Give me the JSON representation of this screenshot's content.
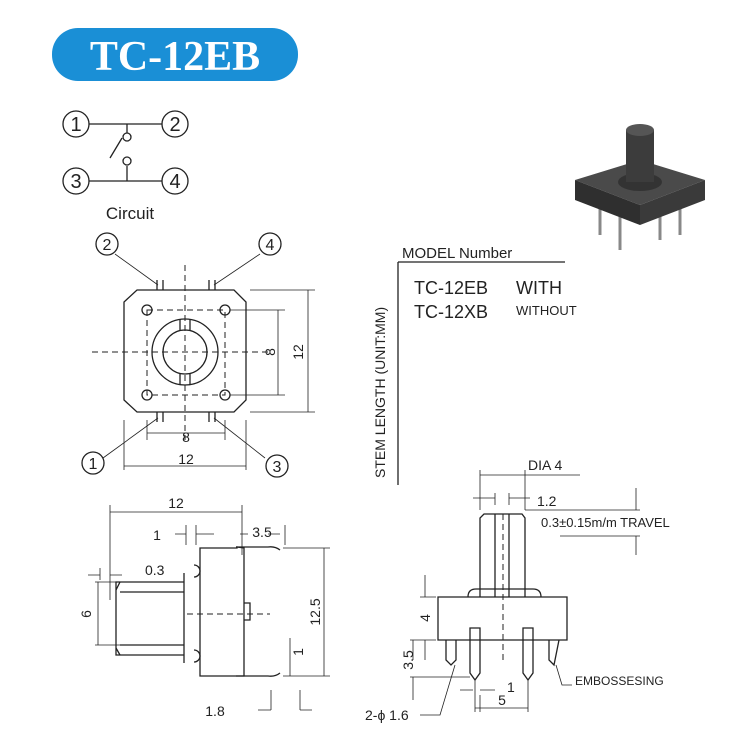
{
  "title": "TC-12EB",
  "title_color": "#1a8fd6",
  "circuit": {
    "label": "Circuit",
    "pins": [
      "1",
      "2",
      "3",
      "4"
    ]
  },
  "top_view": {
    "pins": [
      "2",
      "4",
      "1",
      "3"
    ],
    "dims": {
      "inner_v": "8",
      "outer_v": "12",
      "inner_h": "8",
      "outer_h": "12"
    }
  },
  "model": {
    "heading": "MODEL Number",
    "side_label": "STEM LENGTH (UNIT:MM)",
    "rows": [
      {
        "model": "TC-12EB",
        "desc": "WITH"
      },
      {
        "model": "TC-12XB",
        "desc": "WITHOUT"
      }
    ]
  },
  "side_view": {
    "dims": {
      "width": "12",
      "d1": "1",
      "d3_5": "3.5",
      "d0_3": "0.3",
      "d6": "6",
      "d12_5": "12.5",
      "d1b": "1",
      "d1_8": "1.8"
    }
  },
  "front_view": {
    "dims": {
      "dia": "DIA 4",
      "d1_2": "1.2",
      "travel": "0.3±0.15m/m TRAVEL",
      "d4": "4",
      "d3_5": "3.5",
      "d1": "1",
      "d5": "5",
      "pin_dia": "2-ϕ 1.6",
      "embossing": "EMBOSSESING"
    }
  }
}
